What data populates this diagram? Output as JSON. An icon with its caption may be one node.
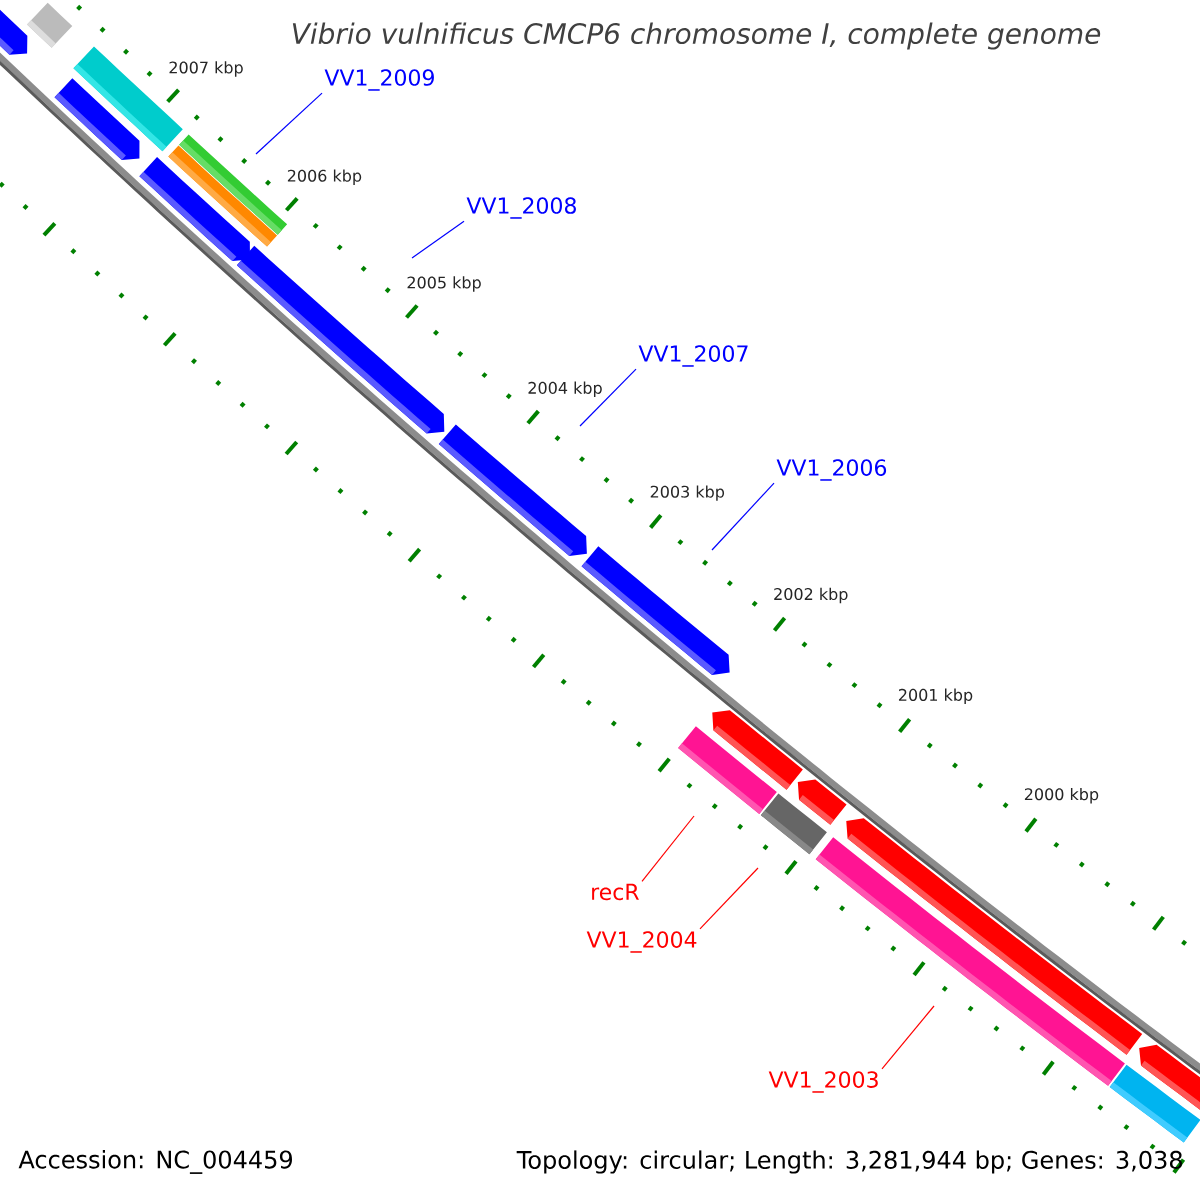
{
  "diagram": {
    "title": "Vibrio vulnificus CMCP6 chromosome I, complete genome",
    "nodes": [
      {
        "text": [
          "VV1_2009"
        ]
      },
      {
        "text": [
          "VV1_2008"
        ]
      },
      {
        "text": [
          "VV1_2007"
        ]
      },
      {
        "text": [
          "VV1_2006"
        ]
      },
      {
        "text": [
          "recR"
        ]
      },
      {
        "text": [
          "VV1_2004"
        ]
      },
      {
        "text": [
          "VV1_2003"
        ]
      }
    ],
    "edges": [
      {
        "from": 0,
        "to": null,
        "arrow": "none"
      },
      {
        "from": 1,
        "to": null,
        "arrow": "none"
      },
      {
        "from": 2,
        "to": null,
        "arrow": "none"
      },
      {
        "from": 3,
        "to": null,
        "arrow": "none"
      },
      {
        "from": 4,
        "to": null,
        "arrow": "none",
        "color": "#ff0000"
      },
      {
        "from": 5,
        "to": null,
        "arrow": "none",
        "color": "#ff0000"
      },
      {
        "from": 6,
        "to": null,
        "arrow": "none",
        "color": "#ff0000"
      }
    ],
    "labels": [
      "2007 kbp",
      "2006 kbp",
      "2005 kbp",
      "2004 kbp",
      "2003 kbp",
      "2002 kbp",
      "2001 kbp",
      "2000 kbp",
      "Accession: NC_004459",
      "Topology: circular; Length: 3,281,944 bp; Genes: 3,038"
    ]
  }
}
